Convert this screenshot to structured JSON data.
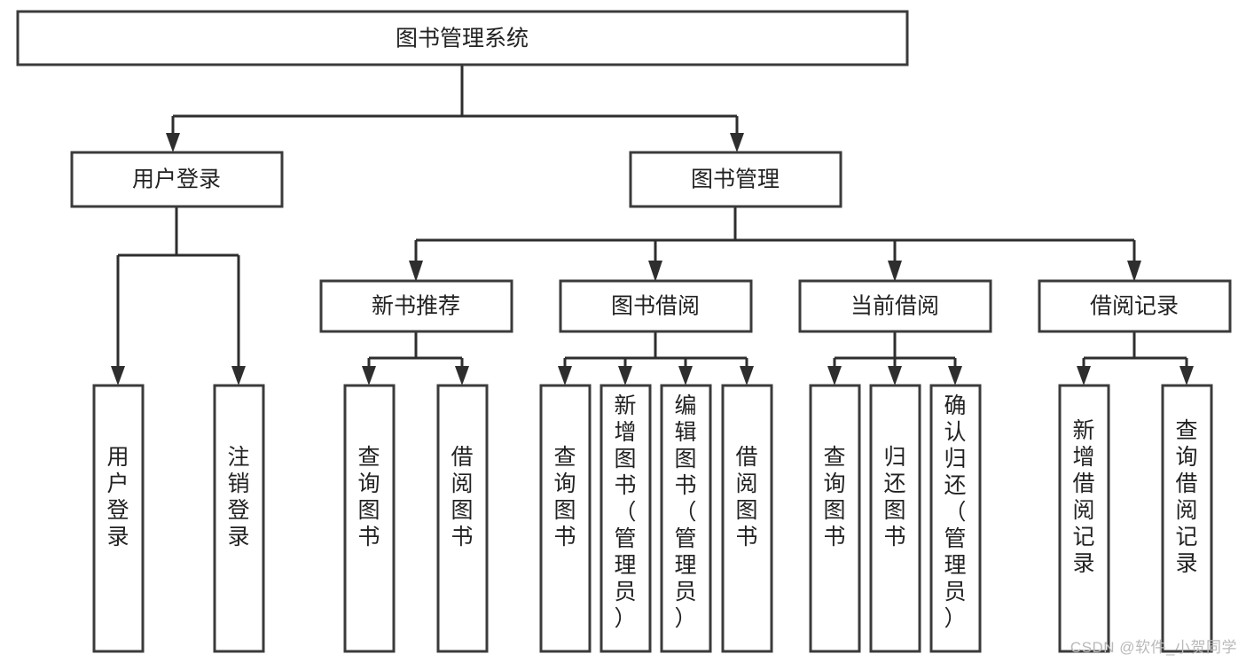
{
  "diagram": {
    "type": "tree",
    "title": "图书管理系统",
    "watermark": "CSDN @软件_小贺同学",
    "colors": {
      "box_stroke": "#3b3b3b",
      "connector": "#2e2e2e",
      "text": "#222222",
      "background": "#ffffff",
      "watermark": "#b9b9b9"
    },
    "root": {
      "label": "图书管理系统"
    },
    "level1": [
      {
        "id": "user-login",
        "label": "用户登录"
      },
      {
        "id": "book-manage",
        "label": "图书管理"
      }
    ],
    "level2": [
      {
        "id": "new-book-recommend",
        "label": "新书推荐",
        "parent": "book-manage"
      },
      {
        "id": "book-borrow",
        "label": "图书借阅",
        "parent": "book-manage"
      },
      {
        "id": "current-borrow",
        "label": "当前借阅",
        "parent": "book-manage"
      },
      {
        "id": "borrow-record",
        "label": "借阅记录",
        "parent": "book-manage"
      }
    ],
    "leaves": [
      {
        "id": "leaf-user-login",
        "label": "用户登录",
        "parent": "user-login"
      },
      {
        "id": "leaf-logout",
        "label": "注销登录",
        "parent": "user-login"
      },
      {
        "id": "leaf-query-book-1",
        "label": "查询图书",
        "parent": "new-book-recommend"
      },
      {
        "id": "leaf-borrow-book-1",
        "label": "借阅图书",
        "parent": "new-book-recommend"
      },
      {
        "id": "leaf-query-book-2",
        "label": "查询图书",
        "parent": "book-borrow"
      },
      {
        "id": "leaf-add-book",
        "label": "新增图书（管理员）",
        "parent": "book-borrow"
      },
      {
        "id": "leaf-edit-book",
        "label": "编辑图书（管理员）",
        "parent": "book-borrow"
      },
      {
        "id": "leaf-borrow-book-2",
        "label": "借阅图书",
        "parent": "book-borrow"
      },
      {
        "id": "leaf-query-book-3",
        "label": "查询图书",
        "parent": "current-borrow"
      },
      {
        "id": "leaf-return-book",
        "label": "归还图书",
        "parent": "current-borrow"
      },
      {
        "id": "leaf-confirm-return",
        "label": "确认归还（管理员）",
        "parent": "current-borrow"
      },
      {
        "id": "leaf-add-record",
        "label": "新增借阅记录",
        "parent": "borrow-record"
      },
      {
        "id": "leaf-query-record",
        "label": "查询借阅记录",
        "parent": "borrow-record"
      }
    ]
  }
}
